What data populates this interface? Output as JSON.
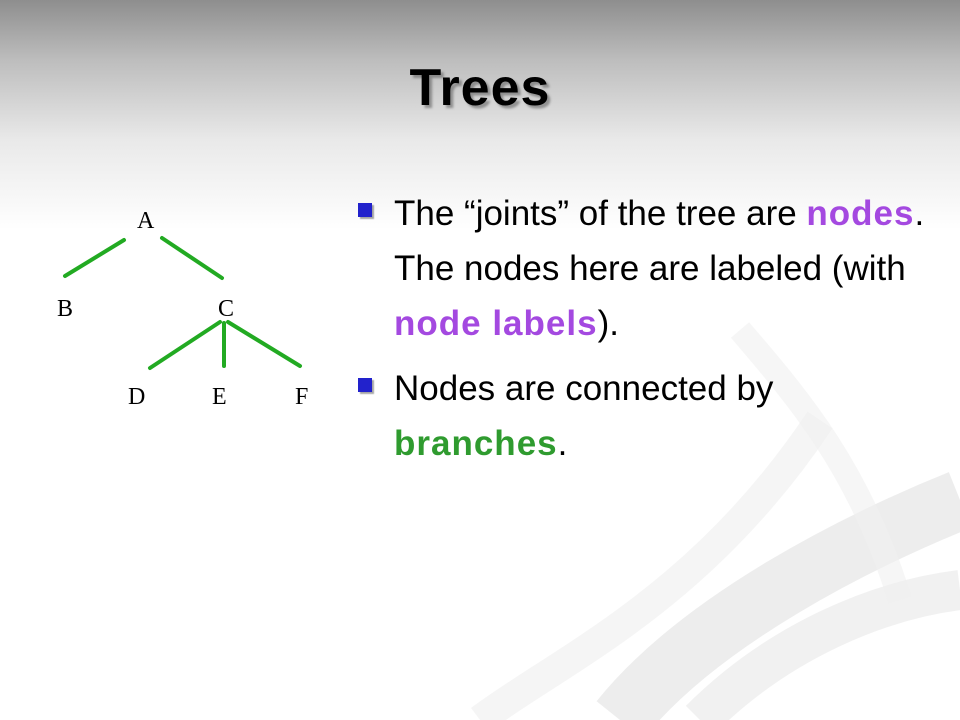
{
  "slide": {
    "title": "Trees"
  },
  "tree": {
    "line_color": "#22aa22",
    "nodes": {
      "a": "A",
      "b": "B",
      "c": "C",
      "d": "D",
      "e": "E",
      "f": "F"
    }
  },
  "bullets": [
    {
      "parts": [
        "The “joints” of the tree are ",
        "nodes",
        ". The nodes here are labeled (with ",
        "node labels",
        ")."
      ]
    },
    {
      "parts": [
        "Nodes are connected by ",
        "branches",
        "."
      ]
    }
  ],
  "colors": {
    "bullet": "#2222cc",
    "keyword_purple": "#a449e0",
    "keyword_green": "#2f9b2f"
  }
}
